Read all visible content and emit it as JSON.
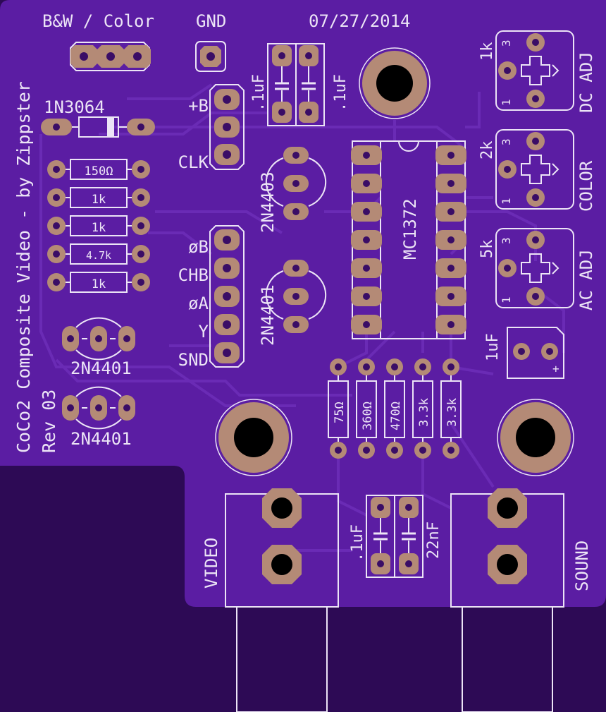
{
  "colors": {
    "background": "#2d0a55",
    "board": "#5b1da3",
    "trace": "#6a2bb5",
    "silk": "#ece4f6",
    "pad": "#b48a76",
    "pad_dark": "#a57e6c",
    "hole": "#3a0d66",
    "mount_hole": "#000000"
  },
  "header": {
    "bw_color": "B&W / Color",
    "gnd": "GND",
    "date": "07/27/2014"
  },
  "side_title": {
    "title": "CoCo2 Composite Video - by Zippster",
    "rev": "Rev 03"
  },
  "components": {
    "diode": "1N3064",
    "resistors_left": [
      "150Ω",
      "1k",
      "1k",
      "4.7k",
      "1k"
    ],
    "transistor_left_1": "2N4401",
    "transistor_left_2": "2N4401",
    "transistor_mid_1": "2N4403",
    "transistor_mid_2": "2N4401",
    "ic": "MC1372",
    "cap_top_1": ".1uF",
    "cap_top_2": ".1uF",
    "cap_bottom_1": ".1uF",
    "cap_bottom_2": "22nF",
    "cap_electrolytic": "1uF",
    "cap_plus": "+",
    "resistors_bottom": [
      "75Ω",
      "360Ω",
      "470Ω",
      "3.3k",
      "3.3k"
    ]
  },
  "pins_top": [
    "+B",
    "CLK"
  ],
  "pins_mid": [
    "øB",
    "CHB",
    "øA",
    "Y",
    "SND"
  ],
  "trimmers": [
    {
      "value": "1k",
      "label": "DC ADJ",
      "pin1": "1",
      "pin3": "3"
    },
    {
      "value": "2k",
      "label": "COLOR",
      "pin1": "1",
      "pin3": "3"
    },
    {
      "value": "5k",
      "label": "AC ADJ",
      "pin1": "1",
      "pin3": "3"
    }
  ],
  "connectors": {
    "video": "VIDEO",
    "sound": "SOUND"
  }
}
